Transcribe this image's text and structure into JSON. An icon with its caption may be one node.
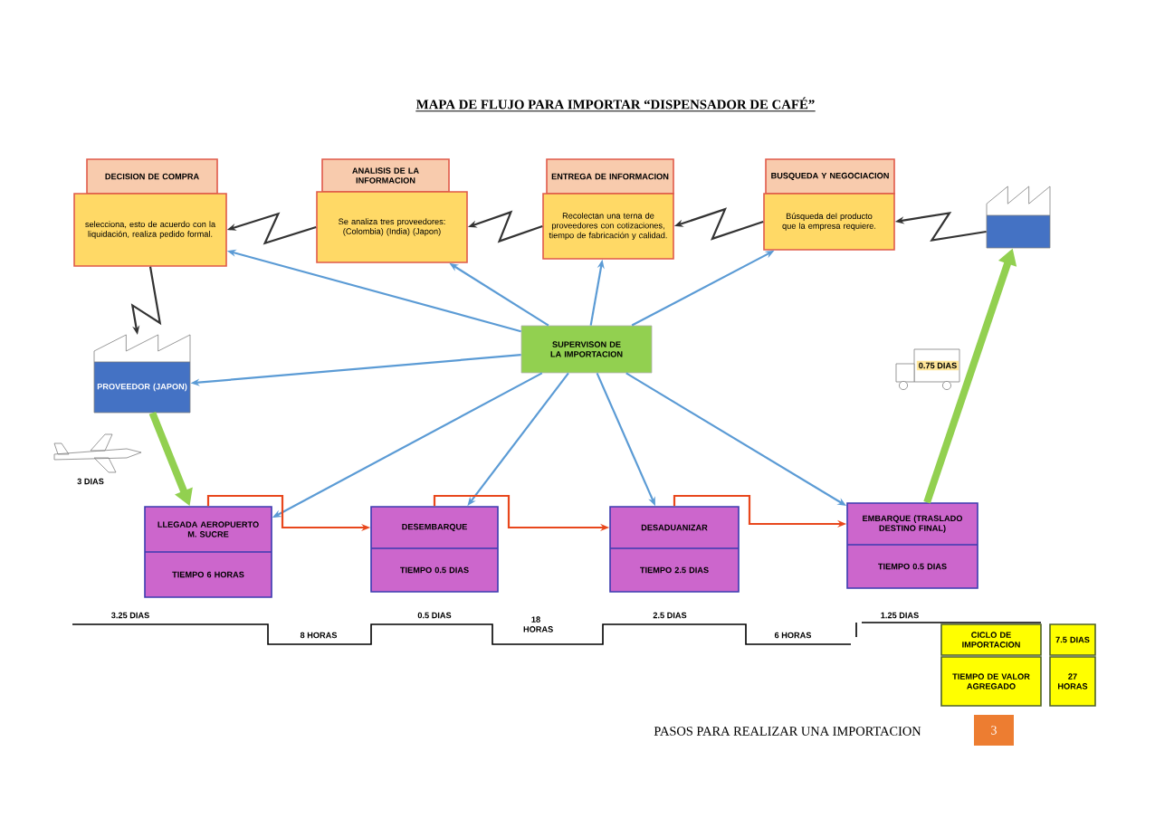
{
  "diagram": {
    "title": "MAPA DE FLUJO PARA IMPORTAR “DISPENSADOR DE CAFÉ”",
    "nodes": [
      {
        "text": [
          "DECISION DE COMPRA",
          "selecciona, esto de acuerdo con la liquidación, realiza pedido formal."
        ]
      },
      {
        "text": [
          "ANALISIS DE LA INFORMACION",
          "Se analiza tres proveedores: (Colombia) (India) (Japon)"
        ]
      },
      {
        "text": [
          "ENTREGA DE INFORMACION",
          "Recolectan una terna de proveedores con cotizaciones, tiempo de fabricación y calidad."
        ]
      },
      {
        "text": [
          "BUSQUEDA Y NEGOCIACION",
          "Búsqueda del producto que la empresa requiere."
        ]
      },
      {
        "text": [],
        "shape": "box"
      },
      {
        "text": [
          "SUPERVISON DE LA IMPORTACION"
        ]
      },
      {
        "text": [
          "PROVEEDOR (JAPON)"
        ]
      },
      {
        "text": [
          "LLEGADA AEROPUERTO M. SUCRE",
          "TIEMPO 6 HORAS"
        ]
      },
      {
        "text": [
          "DESEMBARQUE",
          "TIEMPO 0.5 DIAS"
        ]
      },
      {
        "text": [
          "DESADUANIZAR",
          "TIEMPO 2.5 DIAS"
        ]
      },
      {
        "text": [
          "EMBARQUE (TRASLADO DESTINO FINAL)",
          "TIEMPO 0.5 DIAS"
        ]
      }
    ],
    "edges": [
      {
        "from": 4,
        "to": 3,
        "arrow": "to",
        "color": "#333333"
      },
      {
        "from": 3,
        "to": 2,
        "arrow": "to",
        "color": "#333333"
      },
      {
        "from": 2,
        "to": 1,
        "arrow": "to",
        "color": "#333333"
      },
      {
        "from": 1,
        "to": 0,
        "arrow": "to",
        "color": "#333333"
      },
      {
        "from": 0,
        "to": 6,
        "arrow": "to",
        "color": "#333333"
      },
      {
        "from": 5,
        "to": 0,
        "arrow": "to"
      },
      {
        "from": 5,
        "to": 1,
        "arrow": "to"
      },
      {
        "from": 5,
        "to": 2,
        "arrow": "to"
      },
      {
        "from": 5,
        "to": 3,
        "arrow": "to"
      },
      {
        "from": 5,
        "to": 6,
        "arrow": "to"
      },
      {
        "from": 5,
        "to": 7,
        "arrow": "to"
      },
      {
        "from": 5,
        "to": 8,
        "arrow": "to"
      },
      {
        "from": 5,
        "to": 9,
        "arrow": "to"
      },
      {
        "from": 5,
        "to": 10,
        "arrow": "to"
      },
      {
        "from": 6,
        "to": 7,
        "arrow": "to",
        "style": "thick",
        "color": "#92d050"
      },
      {
        "from": 10,
        "to": 4,
        "arrow": "to",
        "style": "thick",
        "color": "#92d050"
      },
      {
        "from": 7,
        "to": 8,
        "arrow": "to",
        "color": "#e8471c"
      },
      {
        "from": 8,
        "to": 9,
        "arrow": "to",
        "color": "#e8471c"
      },
      {
        "from": 9,
        "to": 10,
        "arrow": "to",
        "color": "#e8471c"
      }
    ],
    "labels": [
      "3 DIAS",
      "0.75 DIAS",
      "3.25 DIAS",
      "8 HORAS",
      "0.5 DIAS",
      "18 HORAS",
      "2.5 DIAS",
      "6 HORAS",
      "1.25 DIAS",
      "CICLO DE IMPORTACION",
      "7.5 DIAS",
      "TIEMPO DE VALOR AGREGADO",
      "27 HORAS",
      "PASOS PARA REALIZAR UNA IMPORTACION",
      "3"
    ]
  }
}
